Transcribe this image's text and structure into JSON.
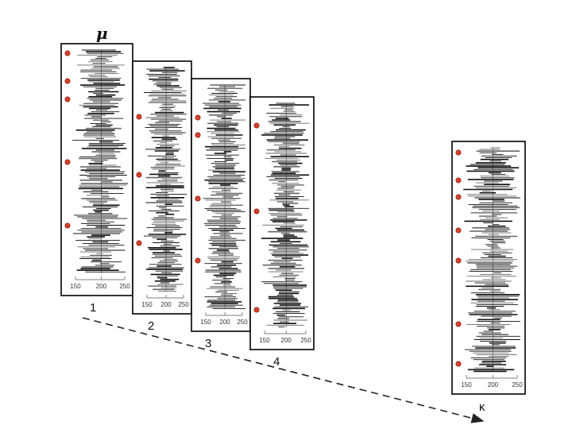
{
  "symbols": {
    "mu": "μ"
  },
  "panels": [
    {
      "label": "1",
      "axis_ticks": [
        "150",
        "200",
        "250"
      ]
    },
    {
      "label": "2",
      "axis_ticks": [
        "150",
        "200",
        "250"
      ]
    },
    {
      "label": "3",
      "axis_ticks": [
        "150",
        "200",
        "250"
      ]
    },
    {
      "label": "4",
      "axis_ticks": [
        "150",
        "200",
        "250"
      ]
    },
    {
      "label": "κ",
      "axis_ticks": [
        "150",
        "200",
        "250"
      ]
    }
  ],
  "colors": {
    "frame": "#000000",
    "bars": "#111111",
    "marker": "#d9402a",
    "marker_stroke": "#7a1a0a",
    "dashed_arrow": "#222222"
  }
}
